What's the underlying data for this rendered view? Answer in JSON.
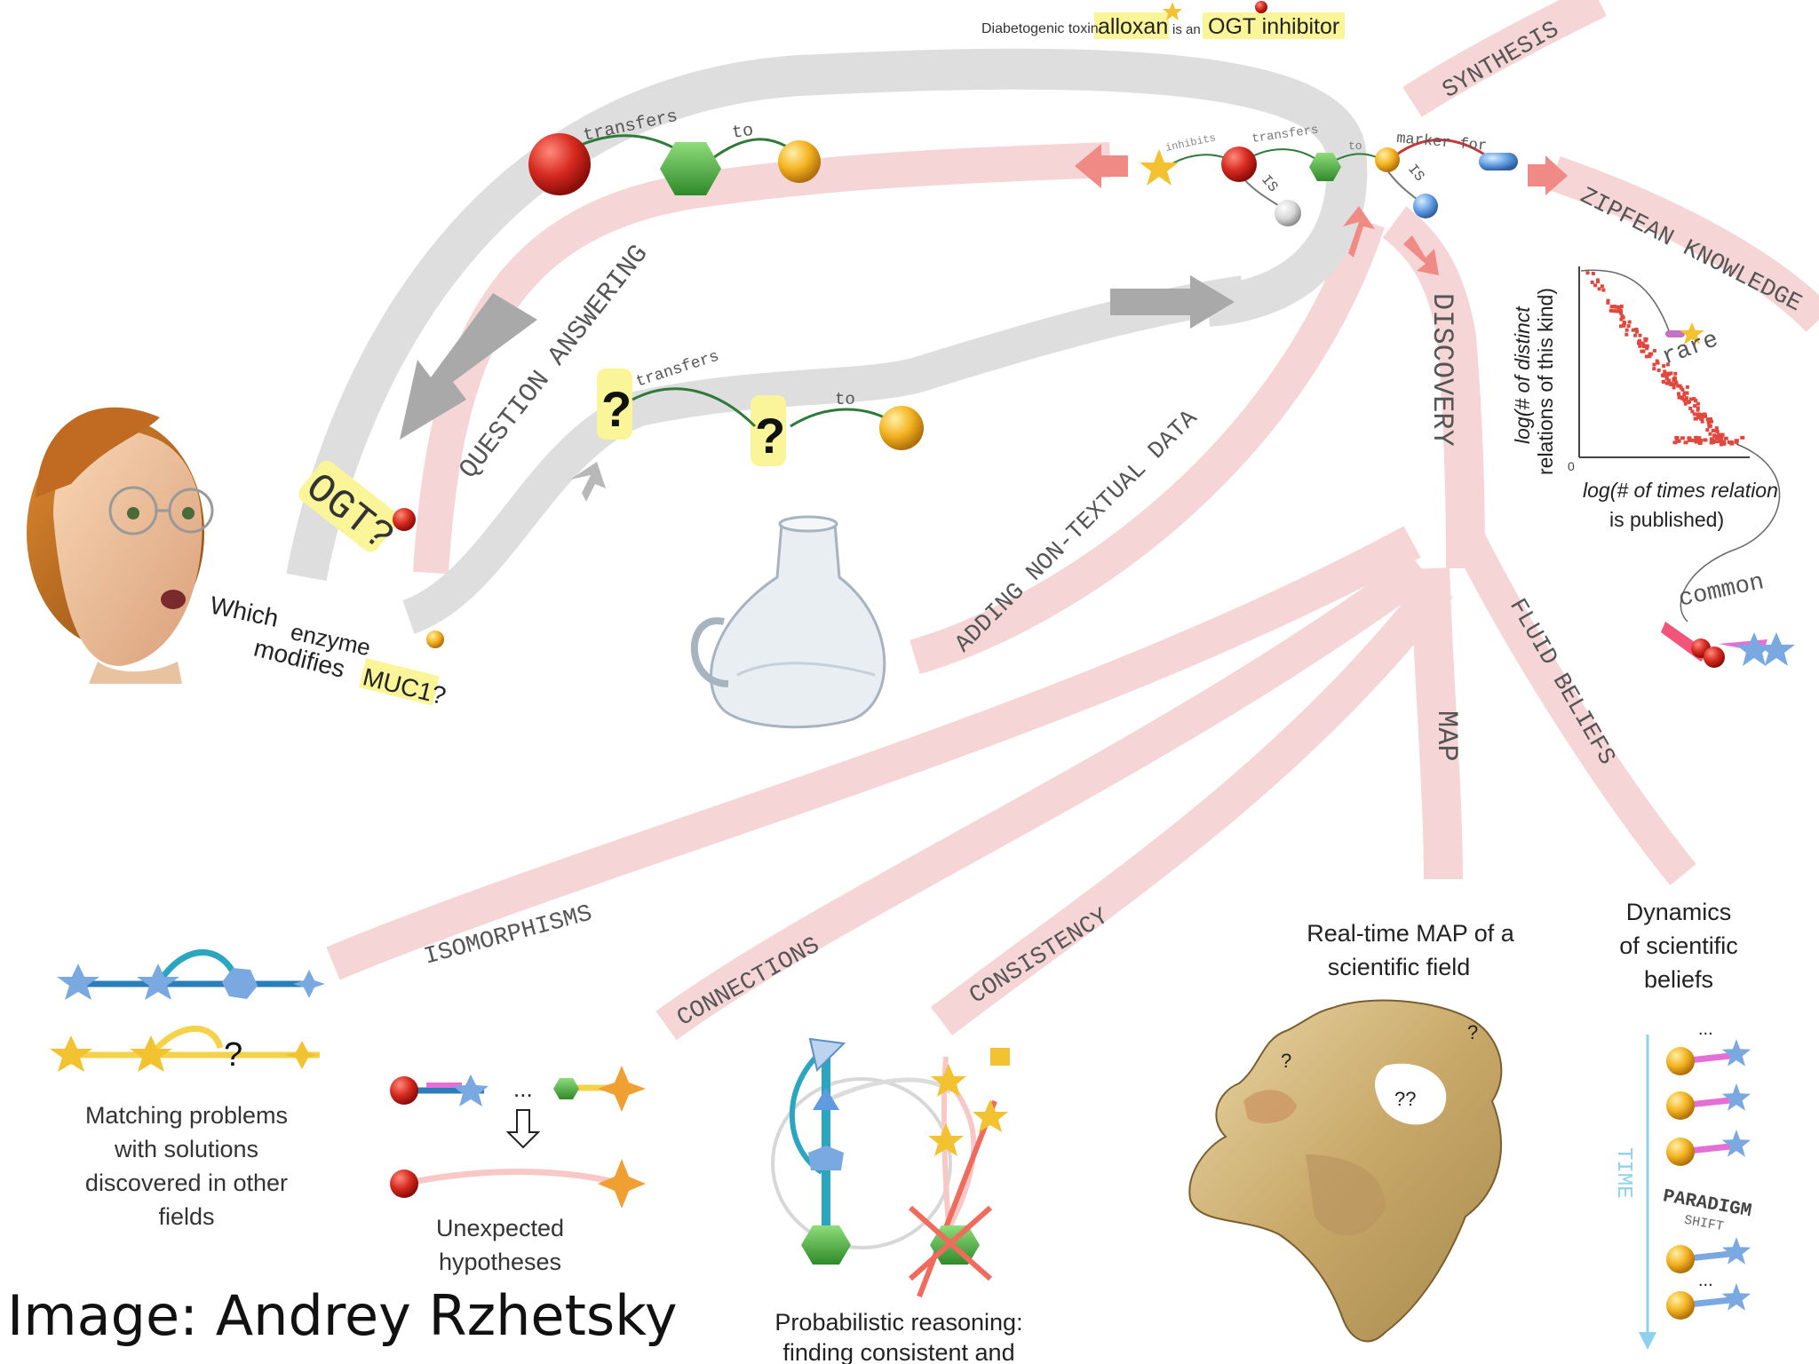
{
  "header": {
    "toxin_prefix": "Diabetogenic toxin",
    "toxin_name": "alloxan",
    "toxin_mid": "is an",
    "toxin_tail": "OGT inhibitor"
  },
  "ribbons": {
    "synthesis": "SYNTHESIS",
    "zipfean": "ZIPFEAN KNOWLEDGE",
    "question_answering": "QUESTION ANSWERING",
    "adding_data": "ADDING NON-TEXTUAL DATA",
    "discovery": "DISCOVERY",
    "fluid_beliefs": "FLUID BELIEFS",
    "map": "MAP",
    "isomorphisms": "ISOMORPHISMS",
    "connections": "CONNECTIONS",
    "consistency": "CONSISTENCY"
  },
  "relations": {
    "transfers": "transfers",
    "to": "to",
    "inhibits": "inhibits",
    "is": "IS",
    "marker_for": "marker for",
    "unknown": "?"
  },
  "question": {
    "ogt": "OGT?",
    "line1_a": "Which",
    "line1_b": "enzyme",
    "line2_a": "modifies",
    "line2_b": "MUC1?"
  },
  "zipf_plot": {
    "ylabel_line1": "log(# of distinct",
    "ylabel_line2": "relations of this kind)",
    "xlabel_line1": "log(# of times relation",
    "xlabel_line2": "is published)",
    "origin": "0",
    "rare": "rare",
    "common": "common"
  },
  "captions": {
    "matching": [
      "Matching problems",
      "with solutions",
      "discovered in other",
      "fields"
    ],
    "unexpected": [
      "Unexpected",
      "hypotheses"
    ],
    "probabilistic": [
      "Probabilistic reasoning:",
      "finding consistent and"
    ],
    "map": [
      "Real-time MAP of a",
      "scientific field"
    ],
    "dynamics": [
      "Dynamics",
      "of scientific",
      "beliefs"
    ]
  },
  "map_marks": {
    "q1": "?",
    "q2": "?",
    "q3": "??"
  },
  "dynamics": {
    "time": "TIME",
    "paradigm": "PARADIGM",
    "shift": "SHIFT",
    "ellipsis": "..."
  },
  "credit": "Image: Andrey Rzhetsky",
  "colors": {
    "ribbon_pink": "#f6d5d7",
    "ribbon_gray": "#dcdcdc",
    "arrow_gray": "#a9a9a9",
    "arrow_red": "#f08a84",
    "highlight_yellow": "#fbf59a",
    "node_red": "#d62a20",
    "node_green": "#3f9e3a",
    "node_orange": "#f4b321",
    "star_blue": "#7aa8e0",
    "star_gold": "#f2c230"
  }
}
